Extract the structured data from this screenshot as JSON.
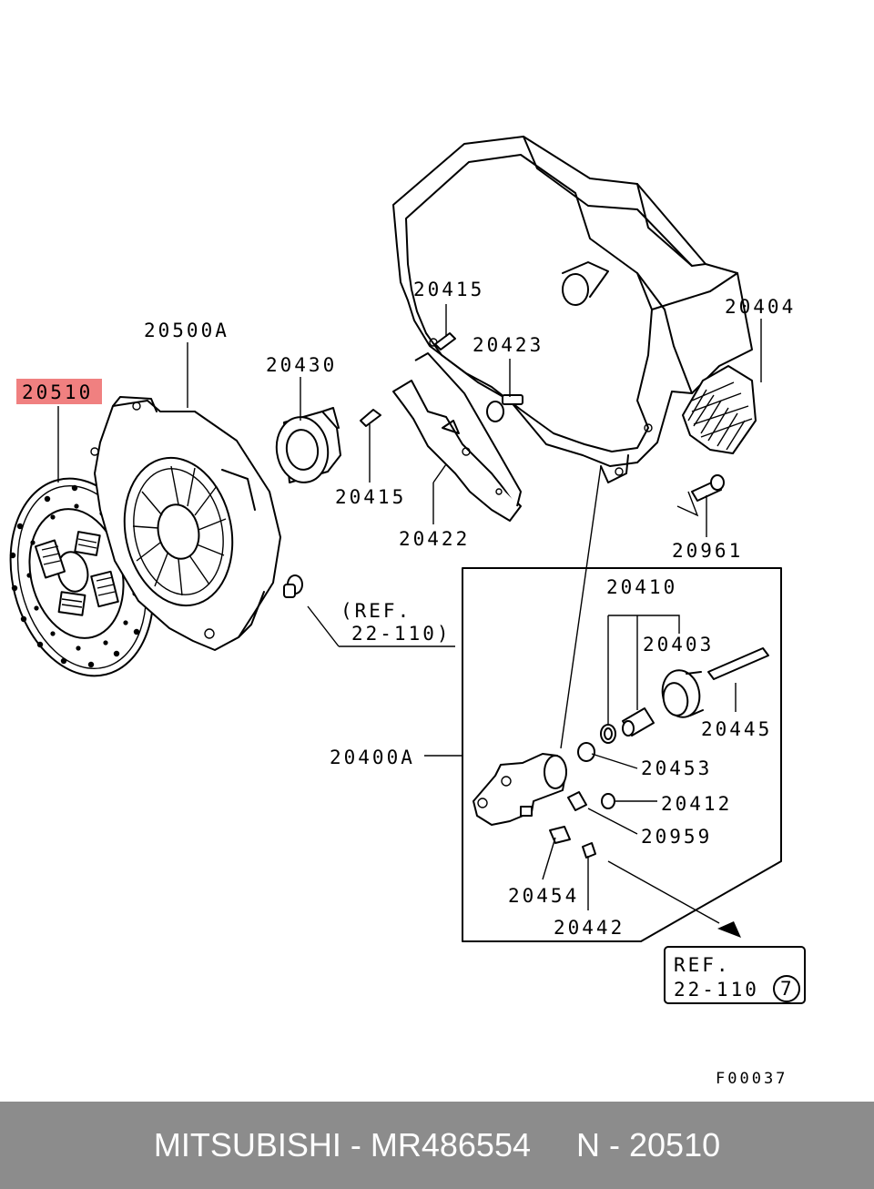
{
  "colors": {
    "highlight": "#f08080",
    "footer_bg": "#8c8c8c",
    "footer_text": "#ffffff"
  },
  "labels": {
    "l20510": "20510",
    "l20500A": "20500A",
    "l20430": "20430",
    "l20415a": "20415",
    "l20415b": "20415",
    "l20423": "20423",
    "l20404": "20404",
    "l20422": "20422",
    "l20961": "20961",
    "l20410": "20410",
    "l20403": "20403",
    "l20445": "20445",
    "l20400A": "20400A",
    "l20453": "20453",
    "l20412": "20412",
    "l20959": "20959",
    "l20454": "20454",
    "l20442": "20442"
  },
  "refs": {
    "ref1_line1": "(REF.",
    "ref1_line2": "22-110)",
    "ref2_line1": "REF.",
    "ref2_line2": "22-110",
    "ref2_circle": "7"
  },
  "figure_code": "F00037",
  "footer": {
    "text": "MITSUBISHI - MR486554     N - 20510"
  }
}
